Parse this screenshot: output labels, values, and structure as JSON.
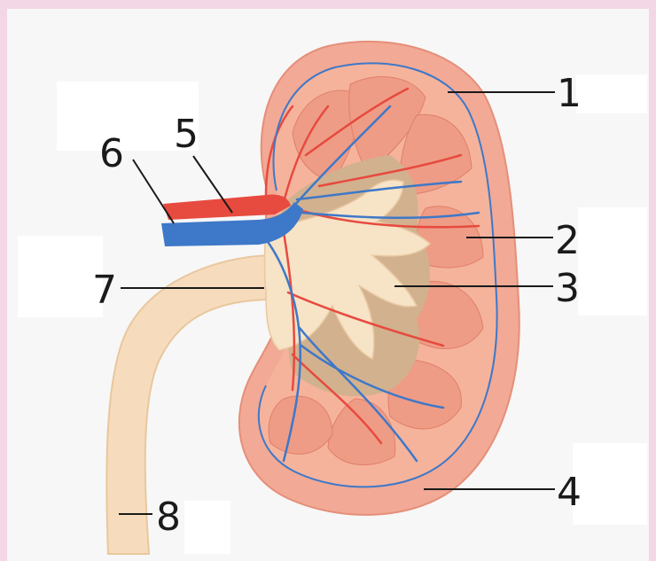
{
  "labels": {
    "l1": "1",
    "l2": "2",
    "l3": "3",
    "l4": "4",
    "l5": "5",
    "l6": "6",
    "l7": "7",
    "l8": "8"
  },
  "colors": {
    "background": "#f3d7e6",
    "capsule": "#f2a995",
    "cortex": "#f5b39c",
    "pyramid": "#ee9c86",
    "sinus": "#d2b18f",
    "pelvis": "#f7e3c6",
    "artery": "#e74a3f",
    "vein": "#3e78c8",
    "ureter": "#f6dcbc"
  }
}
